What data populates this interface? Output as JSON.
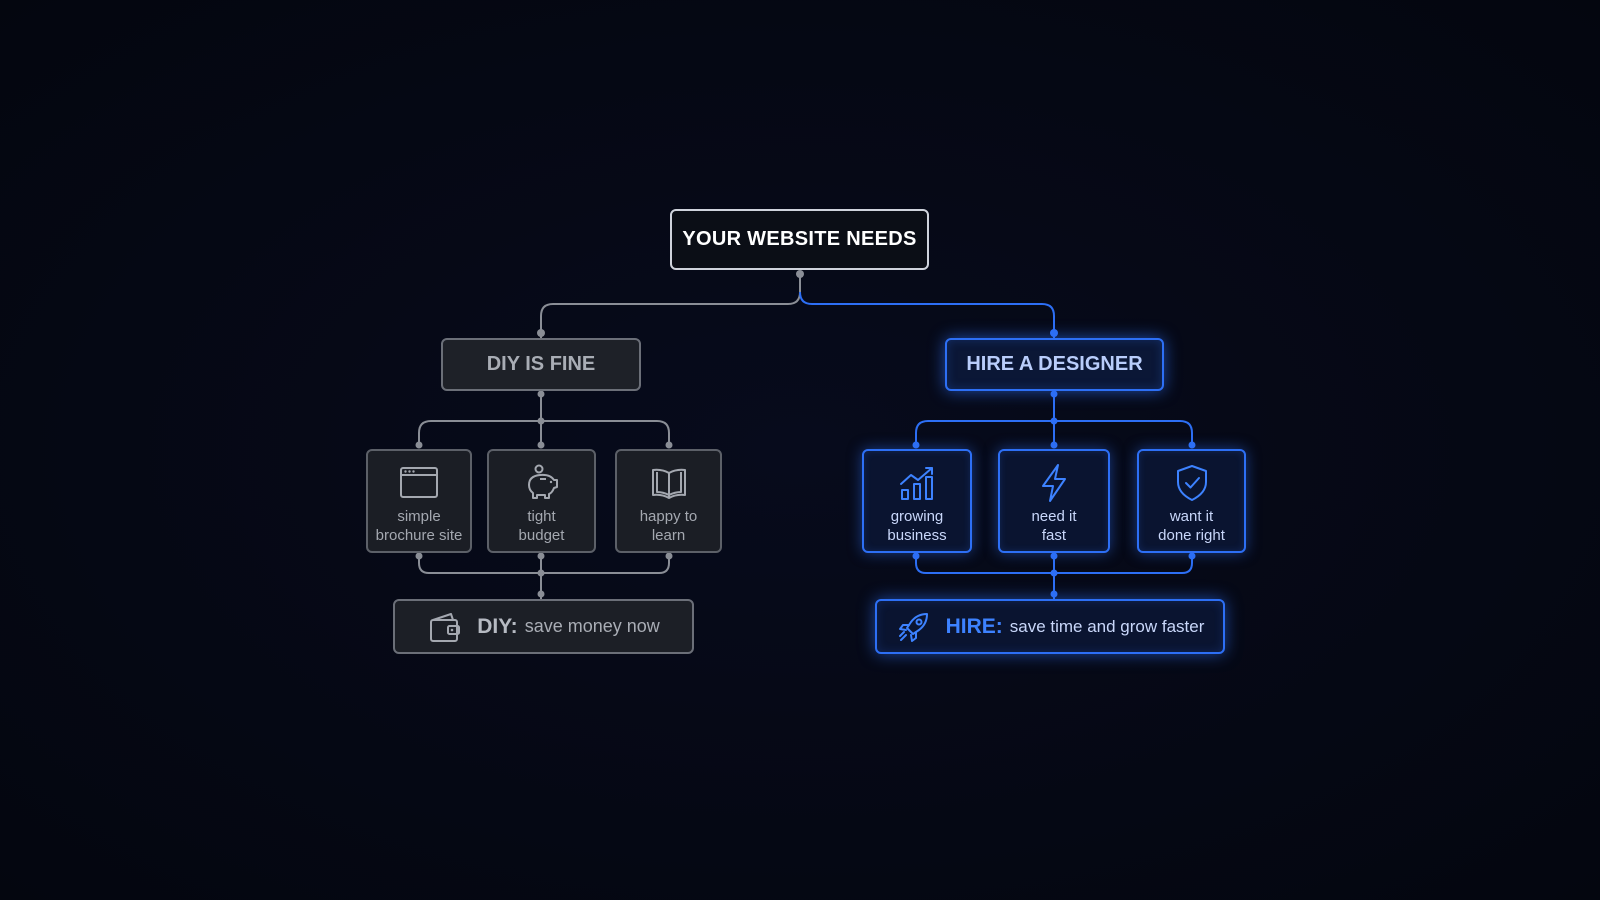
{
  "root": {
    "label": "YOUR WEBSITE NEEDS"
  },
  "diy": {
    "title": "DIY IS FINE",
    "reasons": [
      {
        "icon": "browser-window-icon",
        "label": "simple\nbrochure site"
      },
      {
        "icon": "piggy-bank-icon",
        "label": "tight\nbudget"
      },
      {
        "icon": "open-book-icon",
        "label": "happy to\nlearn"
      }
    ],
    "result": {
      "icon": "wallet-icon",
      "tag": "DIY:",
      "text": "save money now"
    }
  },
  "hire": {
    "title": "HIRE A DESIGNER",
    "reasons": [
      {
        "icon": "growth-chart-icon",
        "label": "growing\nbusiness"
      },
      {
        "icon": "lightning-bolt-icon",
        "label": "need it\nfast"
      },
      {
        "icon": "shield-check-icon",
        "label": "want it\ndone right"
      }
    ],
    "result": {
      "icon": "rocket-icon",
      "tag": "HIRE:",
      "text": "save time and grow faster"
    }
  },
  "colors": {
    "background": "#050816",
    "diy_stroke": "#8a8e96",
    "hire_accent": "#2d6ff5"
  }
}
